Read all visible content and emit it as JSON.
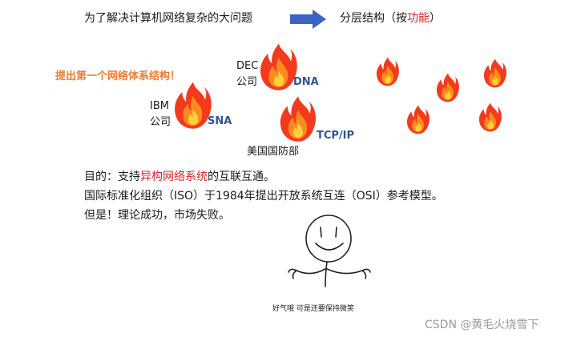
{
  "header": {
    "left": "为了解决计算机网络复杂的大问题",
    "right_prefix": "分层结构（按",
    "right_highlight": "功能",
    "right_suffix": "）",
    "arrow_color": "#3a63c5"
  },
  "callout": "提出第一个网络体系结构！",
  "labels": {
    "ibm": "IBM",
    "ibm_company": "公司",
    "sna": "SNA",
    "dec": "DEC",
    "dec_company": "公司",
    "dna": "DNA",
    "tcpip": "TCP/IP",
    "dod": "美国国防部"
  },
  "body": {
    "line1_prefix": "目的：支持",
    "line1_highlight": "异构网络系统",
    "line1_suffix": "的互联互通。",
    "line2": "国际标准化组织（ISO）于1984年提出开放系统互连（OSI）参考模型。",
    "line3": "但是！理论成功，市场失败。"
  },
  "meme_caption": "好气哦 可是还要保持微笑",
  "watermark": "CSDN @黄毛火烧雪下",
  "colors": {
    "flame_outer": "#f23a1f",
    "flame_mid": "#ff8a1d",
    "flame_inner": "#ffd23a",
    "highlight_red": "#e0232b",
    "callout_orange": "#ec7c30",
    "label_blue": "#2e5597"
  },
  "icons": [
    "fire-icon",
    "right-arrow-icon",
    "stick-figure-shrug"
  ]
}
